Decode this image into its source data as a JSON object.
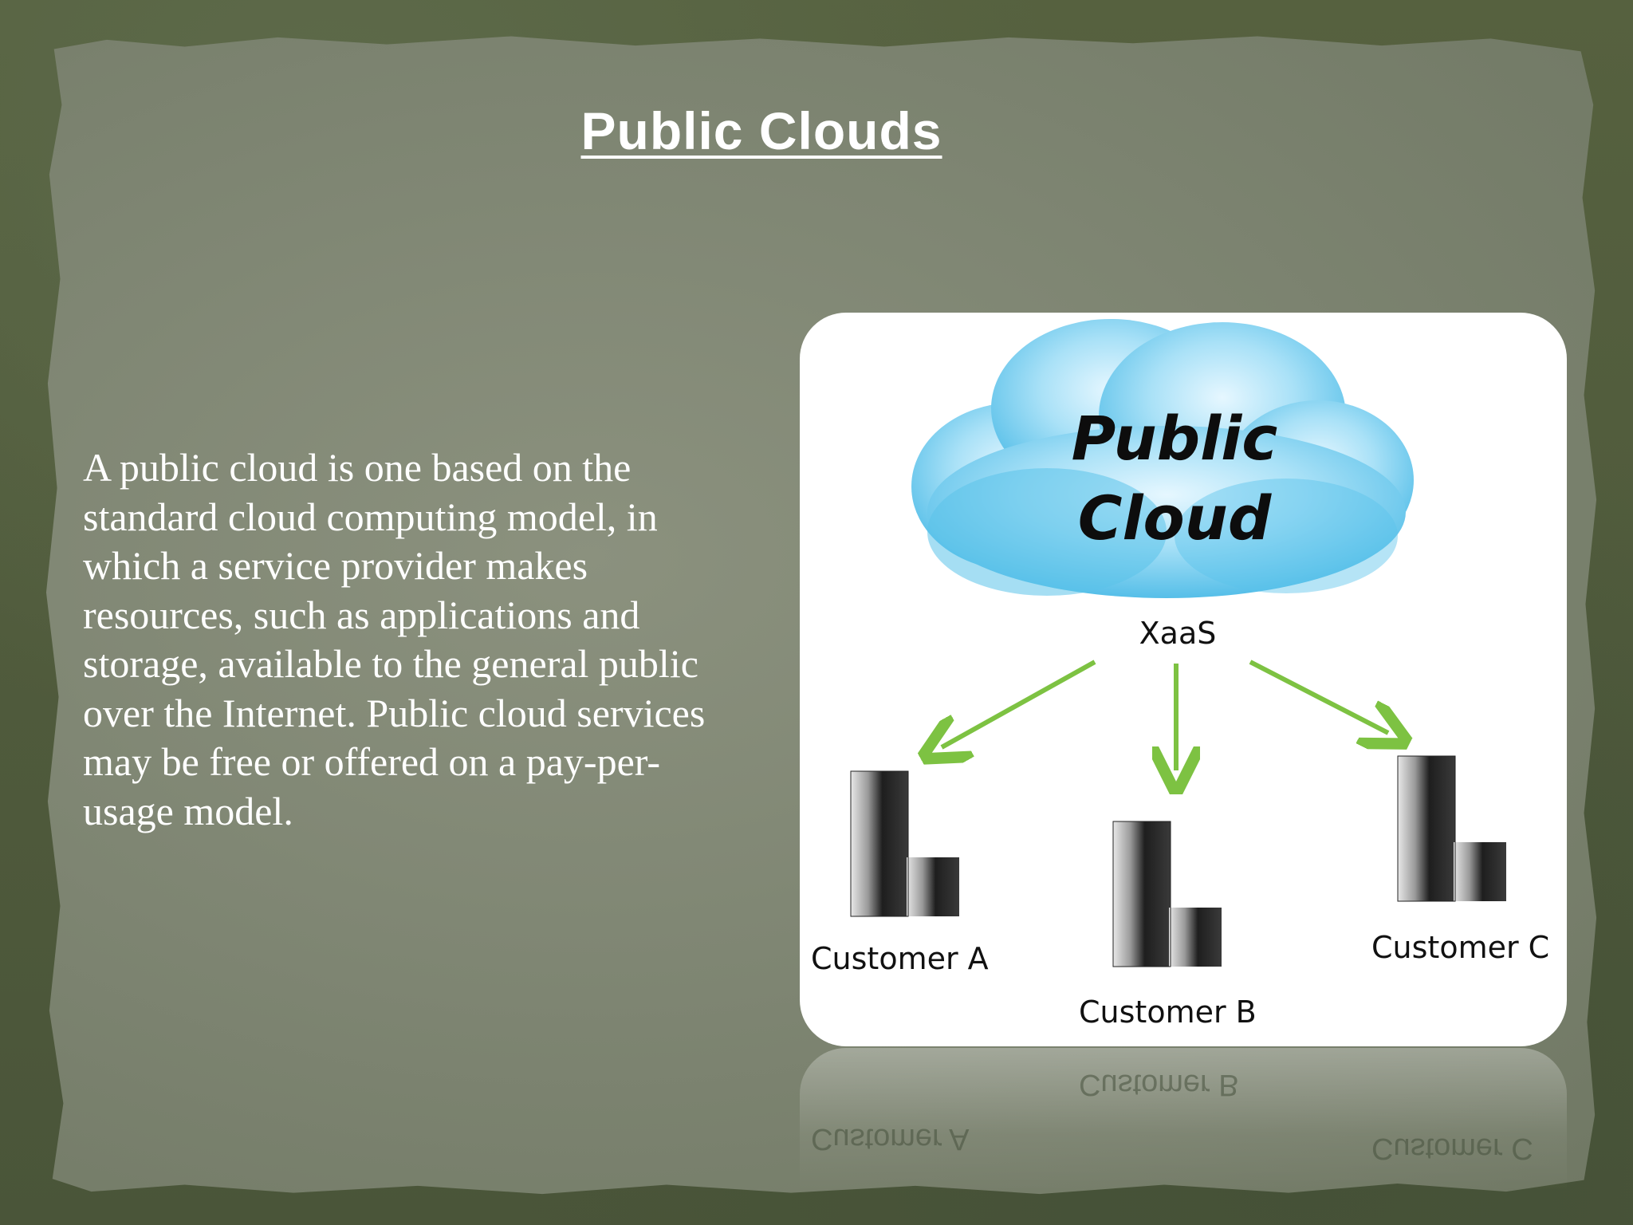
{
  "slide": {
    "title": "Public Clouds",
    "body": "A public cloud is one based on the standard cloud computing model, in which a service provider makes resources, such as applications and storage, available to the general public over the Internet. Public cloud services may be free or offered on a pay-per-usage model."
  },
  "diagram": {
    "cloud_line1": "Public",
    "cloud_line2": "Cloud",
    "xaas_label": "XaaS",
    "customers": [
      "Customer A",
      "Customer B",
      "Customer C"
    ]
  },
  "colors": {
    "cloud": "#5cc6ec",
    "arrow": "#7dc242",
    "panel": "#7f8673"
  }
}
